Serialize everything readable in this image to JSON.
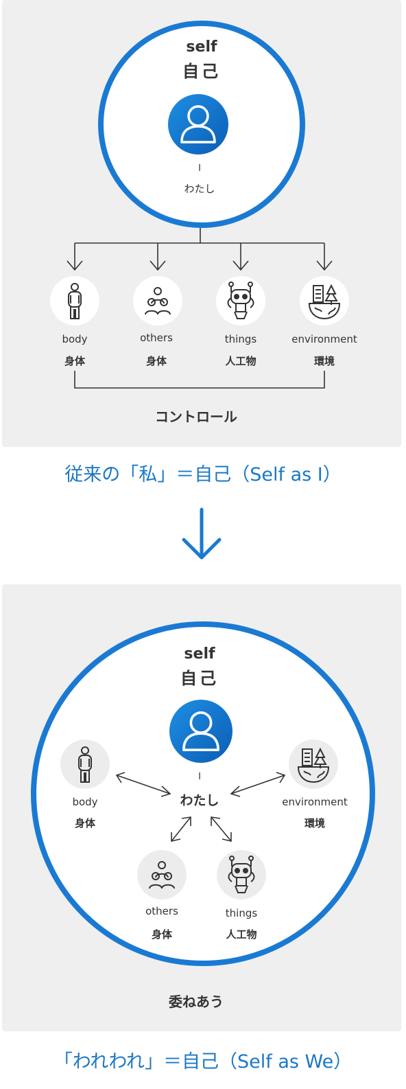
{
  "diagram1": {
    "self_en": "self",
    "self_ja": "自己",
    "i_en": "I",
    "i_ja": "わたし",
    "items": [
      {
        "en": "body",
        "ja": "身体",
        "icon": "body-icon"
      },
      {
        "en": "others",
        "ja": "身体",
        "icon": "others-icon"
      },
      {
        "en": "things",
        "ja": "人工物",
        "icon": "robot-icon"
      },
      {
        "en": "environment",
        "ja": "環境",
        "icon": "environment-icon"
      }
    ],
    "bottom_label": "コントロール",
    "caption": "従来の「私」＝自己（Self as I）"
  },
  "diagram2": {
    "self_en": "self",
    "self_ja": "自己",
    "i_en": "I",
    "i_ja": "わたし",
    "items": [
      {
        "en": "body",
        "ja": "身体",
        "icon": "body-icon"
      },
      {
        "en": "environment",
        "ja": "環境",
        "icon": "environment-icon"
      },
      {
        "en": "others",
        "ja": "身体",
        "icon": "others-icon"
      },
      {
        "en": "things",
        "ja": "人工物",
        "icon": "robot-icon"
      }
    ],
    "bottom_label": "委ねあう",
    "caption": "「われわれ」＝自己（Self as We）"
  },
  "colors": {
    "accent": "#1a7ad3",
    "caption": "#1b78c4",
    "panel": "#efefef"
  }
}
